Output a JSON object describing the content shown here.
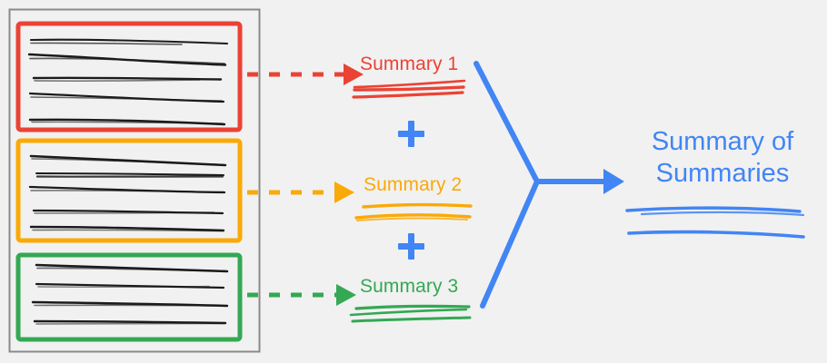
{
  "diagram": {
    "title_text": "Summary of Summaries",
    "background_color": "#f1f1f1",
    "source_container": {
      "name": "documents-container",
      "border_color": "#888888",
      "fill_color": "#f1f1f1"
    },
    "documents": [
      {
        "id": "doc-1",
        "color": "#ea4335",
        "color_name": "red",
        "text_line_count": 5,
        "arrow": {
          "style": "dashed",
          "color": "#ea4335",
          "direction": "right"
        },
        "summary_label": "Summary 1",
        "summary_stroke_count": 3
      },
      {
        "id": "doc-2",
        "color": "#faa907",
        "color_name": "orange",
        "text_line_count": 5,
        "arrow": {
          "style": "dashed",
          "color": "#faa907",
          "direction": "right"
        },
        "summary_label": "Summary 2",
        "summary_stroke_count": 3
      },
      {
        "id": "doc-3",
        "color": "#34a853",
        "color_name": "green",
        "text_line_count": 4,
        "arrow": {
          "style": "dashed",
          "color": "#34a853",
          "direction": "right"
        },
        "summary_label": "Summary 3",
        "summary_stroke_count": 3
      }
    ],
    "operators": [
      {
        "symbol": "+",
        "color": "#4285f4",
        "between": "Summary 1 and Summary 2"
      },
      {
        "symbol": "+",
        "color": "#4285f4",
        "between": "Summary 2 and Summary 3"
      }
    ],
    "merge_connector": {
      "color": "#4285f4",
      "shape": "three-way-converging-arrow",
      "direction": "right"
    },
    "final_output": {
      "label_line_1": "Summary of",
      "label_line_2": "Summaries",
      "color": "#4285f4",
      "stroke_count": 2
    }
  }
}
